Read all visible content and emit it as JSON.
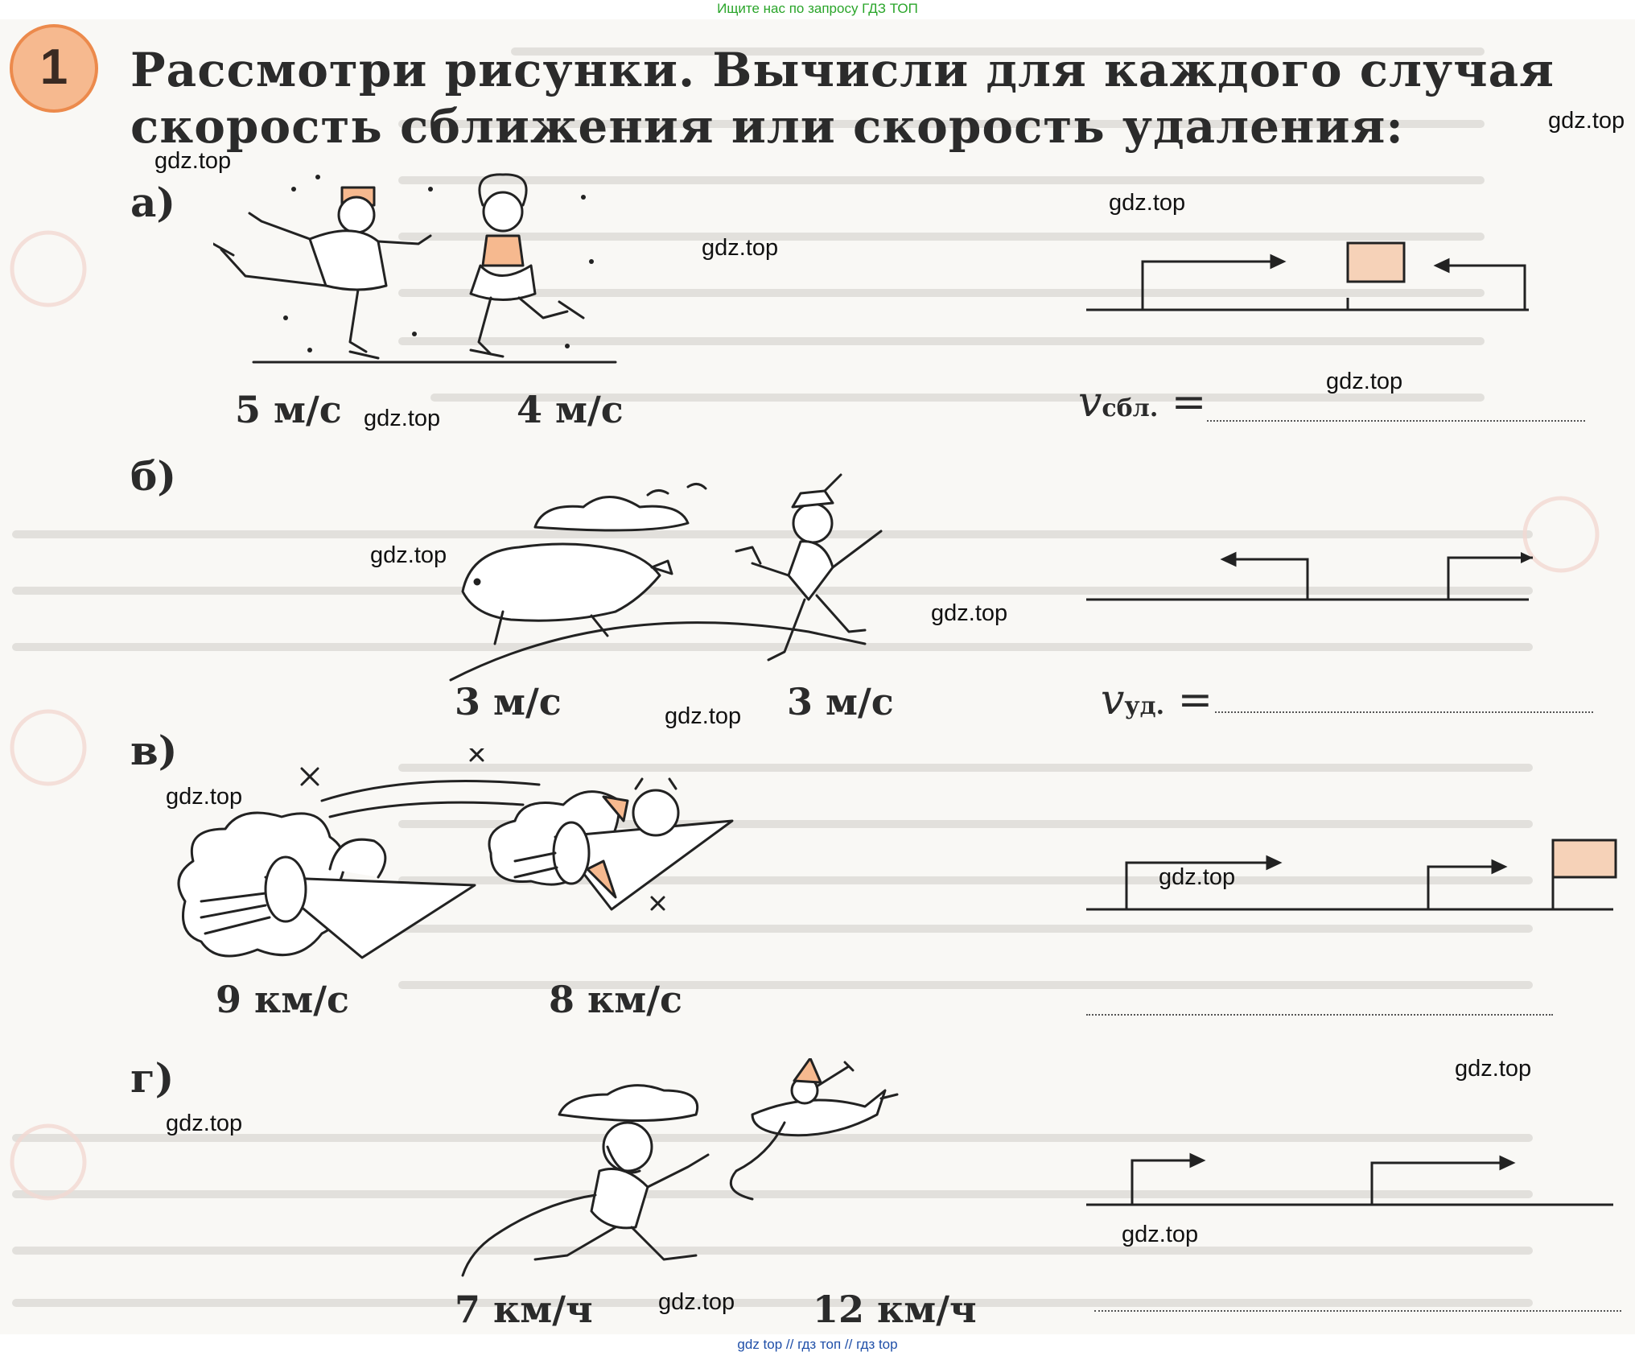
{
  "banner_top": "Ищите нас по запросу ГДЗ ТОП",
  "banner_bottom": "gdz top  //  гдз топ  //  гдз top",
  "task": {
    "number": "1",
    "text": "Рассмотри рисунки. Вычисли для каждого случая скорость сближения или скорость удаления:"
  },
  "parts": [
    {
      "letter": "а)",
      "speeds": [
        "5 м/с",
        "4 м/с"
      ],
      "formula_var": "v",
      "formula_sub": "сбл.",
      "formula_eq": "="
    },
    {
      "letter": "б)",
      "speeds": [
        "3 м/с",
        "3 м/с"
      ],
      "formula_var": "v",
      "formula_sub": "уд.",
      "formula_eq": "="
    },
    {
      "letter": "в)",
      "speeds": [
        "9 км/с",
        "8 км/с"
      ]
    },
    {
      "letter": "г)",
      "speeds": [
        "7 км/ч",
        "12 км/ч"
      ]
    }
  ],
  "watermark": "gdz.top",
  "colors": {
    "circle_fill": "#f6b98f",
    "circle_border": "#ec8a4c",
    "box_fill": "#f6d2b8",
    "banner_top": "#2aa52a",
    "banner_bottom": "#1f4fa8"
  }
}
